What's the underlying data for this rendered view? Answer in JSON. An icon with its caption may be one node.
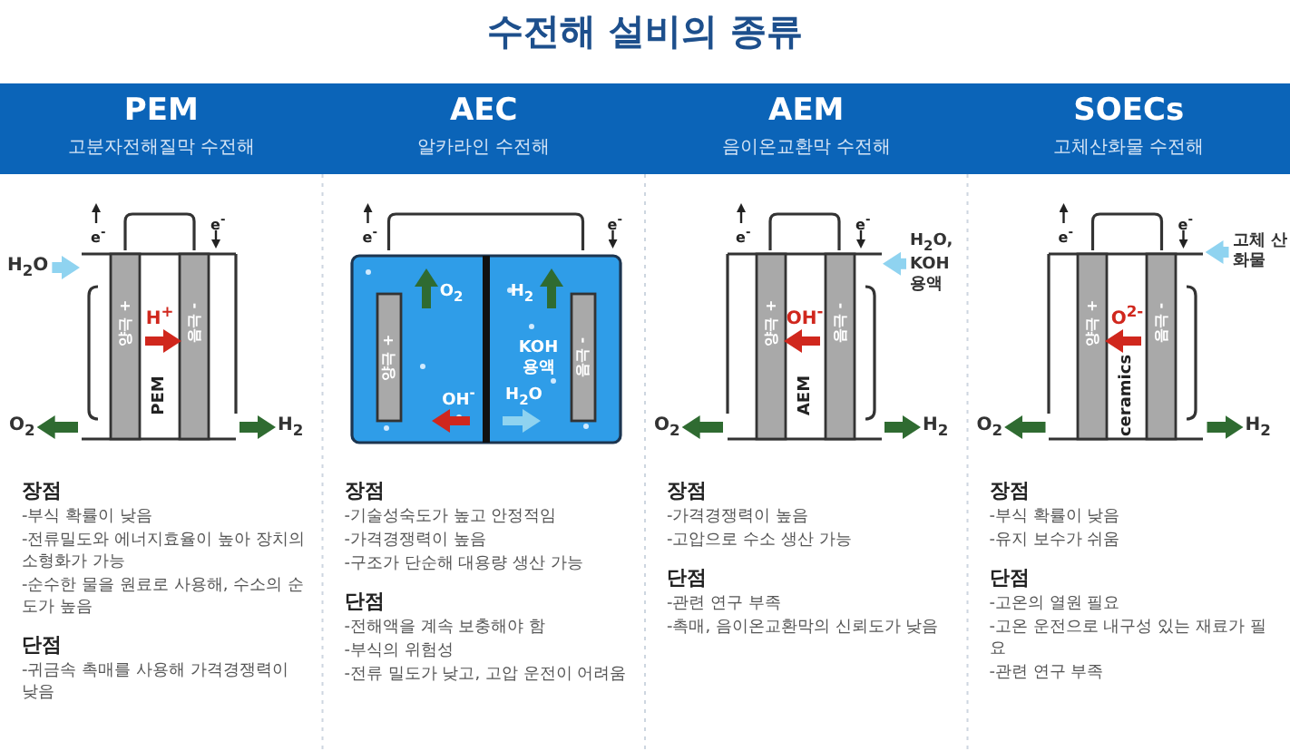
{
  "diagram": {
    "title": "수전해 설비의 종류",
    "nodes": [
      {
        "text": [
          "PEM",
          "고분자전해질막 수전해"
        ]
      },
      {
        "text": [
          "H$_{2}$O"
        ]
      },
      {
        "text": [
          "양극 +",
          "H$^{+}$",
          "음극 -",
          "PEM"
        ]
      },
      {
        "text": [
          "O$_{2}$"
        ]
      },
      {
        "text": [
          "H$_{2}$"
        ]
      },
      {
        "text": [
          "AEC",
          "알카라인 수전해"
        ]
      },
      {
        "text": [
          "양극 +",
          "O$_{2}$",
          "H$_{2}$",
          "KOH 용액",
          "OH$^{-}$",
          "H$_{2}$O",
          "음극 -"
        ]
      },
      {
        "text": [
          "AEM",
          "음이온교환막 수전해"
        ]
      },
      {
        "text": [
          "양극 +",
          "OH$^{-}$",
          "음극 -",
          "AEM"
        ]
      },
      {
        "text": [
          "H$_{2}$O, KOH 용액"
        ]
      },
      {
        "text": [
          "O$_{2}$"
        ]
      },
      {
        "text": [
          "H$_{2}$"
        ]
      },
      {
        "text": [
          "SOECs",
          "고체산화물 수전해"
        ]
      },
      {
        "text": [
          "양극 +",
          "O$^{2-}$",
          "음극 -",
          "ceramics"
        ]
      },
      {
        "text": [
          "고체 산화물"
        ]
      },
      {
        "text": [
          "O$_{2}$"
        ]
      },
      {
        "text": [
          "H$_{2}$"
        ]
      }
    ],
    "edges": [
      {
        "from": 1,
        "to": 2,
        "arrow": "to",
        "color": "#8fd3f0"
      },
      {
        "from": 2,
        "to": 3,
        "arrow": "to"
      },
      {
        "from": 2,
        "to": 4,
        "arrow": "to"
      },
      {
        "from": 9,
        "to": 8,
        "arrow": "to",
        "color": "#8fd3f0"
      },
      {
        "from": 8,
        "to": 10,
        "arrow": "to"
      },
      {
        "from": 8,
        "to": 11,
        "arrow": "to"
      },
      {
        "from": 14,
        "to": 13,
        "arrow": "to",
        "color": "#8fd3f0"
      },
      {
        "from": 13,
        "to": 15,
        "arrow": "to"
      },
      {
        "from": 13,
        "to": 16,
        "arrow": "to"
      }
    ],
    "labels": [
      "e$^{-}$",
      "e$^{-}$",
      "장점",
      "-부식 확률이 낮음",
      "-전류밀도와 에너지효율이 높아 장치의 소형화가 가능",
      "-순수한 물을 원료로 사용해, 수소의 순도가 높음",
      "단점",
      "-귀금속 촉매를 사용해 가격경쟁력이 낮음",
      "e$^{-}$",
      "e$^{-}$",
      "장점",
      "-기술성숙도가 높고 안정적임",
      "-가격경쟁력이 높음",
      "-구조가 단순해 대용량 생산 가능",
      "단점",
      "-전해액을 계속 보충해야 함",
      "-부식의 위험성",
      "-전류 밀도가 낮고, 고압 운전이 어려움",
      "e$^{-}$",
      "e$^{-}$",
      "장점",
      "-가격경쟁력이 높음",
      "-고압으로 수소 생산 가능",
      "단점",
      "-관련 연구 부족",
      "-촉매, 음이온교환막의 신뢰도가 낮음",
      "e$^{-}$",
      "e$^{-}$",
      "장점",
      "-부식 확률이 낮음",
      "-유지 보수가 쉬움",
      "단점",
      "-고온의 열원 필요",
      "-고온 운전으로 내구성 있는 재료가 필요",
      "-관련 연구 부족"
    ]
  }
}
